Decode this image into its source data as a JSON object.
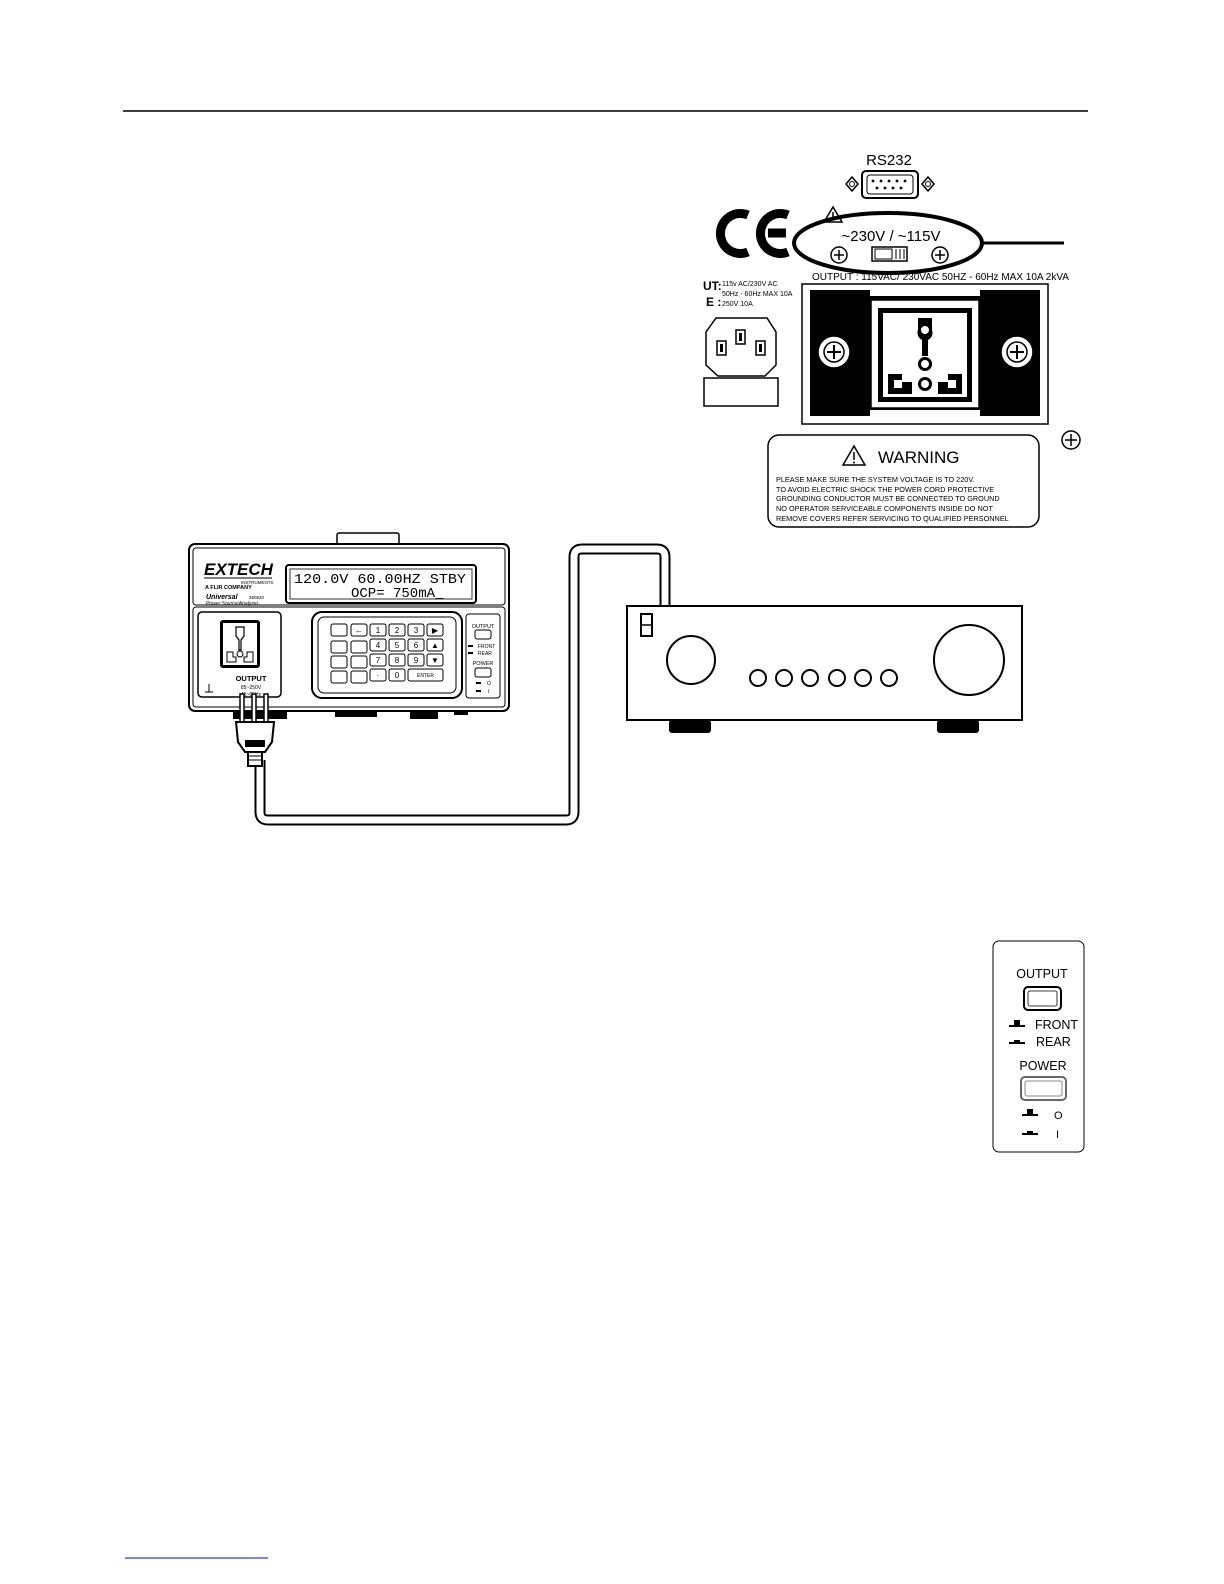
{
  "rear_panel": {
    "rs232_label": "RS232",
    "voltage_switch_label": "~230V / ~115V",
    "input_label_1": "UT:",
    "input_label_2": "E :",
    "input_spec_1": "115v AC/230V AC",
    "input_spec_2": "50Hz - 60Hz MAX 10A",
    "input_spec_3": "250V 10A",
    "output_label": "OUTPUT : 115VAC/ 230VAC 50HZ - 60Hz MAX 10A 2kVA",
    "warning": {
      "title": "WARNING",
      "lines": [
        "PLEASE MAKE SURE THE SYSTEM VOLTAGE IS TO 220V.",
        "TO AVOID ELECTRIC SHOCK THE POWER CORD PROTECTIVE",
        "GROUNDING CONDUCTOR MUST BE CONNECTED TO GROUND",
        "NO OPERATOR SERVICEABLE COMPONENTS INSIDE DO NOT",
        "REMOVE COVERS REFER SERVICING TO QUALIFIED PERSONNEL"
      ]
    }
  },
  "front_panel": {
    "brand": "EXTECH",
    "brand_sub": "INSTRUMENTS",
    "brand_company": "A FLIR COMPANY",
    "model_name": "Universal",
    "model_number": "380830",
    "model_desc": "Power Source/Analyzer",
    "lcd_line_1": "120.0V 60.00HZ  STBY",
    "lcd_line_2": "OCP= 750mA_",
    "outlet_label": "OUTPUT",
    "outlet_spec_1": "85~250V",
    "outlet_spec_2": "45~65Hz",
    "keys": [
      "←",
      "1",
      "2",
      "3",
      "▶",
      "4",
      "5",
      "6",
      "▲",
      "7",
      "8",
      "9",
      "▼",
      "·",
      "0",
      "ENTER"
    ],
    "side_output_label": "OUTPUT",
    "side_front_label": "FRONT",
    "side_rear_label": "REAR",
    "side_power_label": "POWER",
    "side_off_label": "O",
    "side_on_label": "I"
  },
  "detail_panel": {
    "output_label": "OUTPUT",
    "front_label": "FRONT",
    "rear_label": "REAR",
    "power_label": "POWER",
    "off_label": "O",
    "on_label": "I"
  }
}
